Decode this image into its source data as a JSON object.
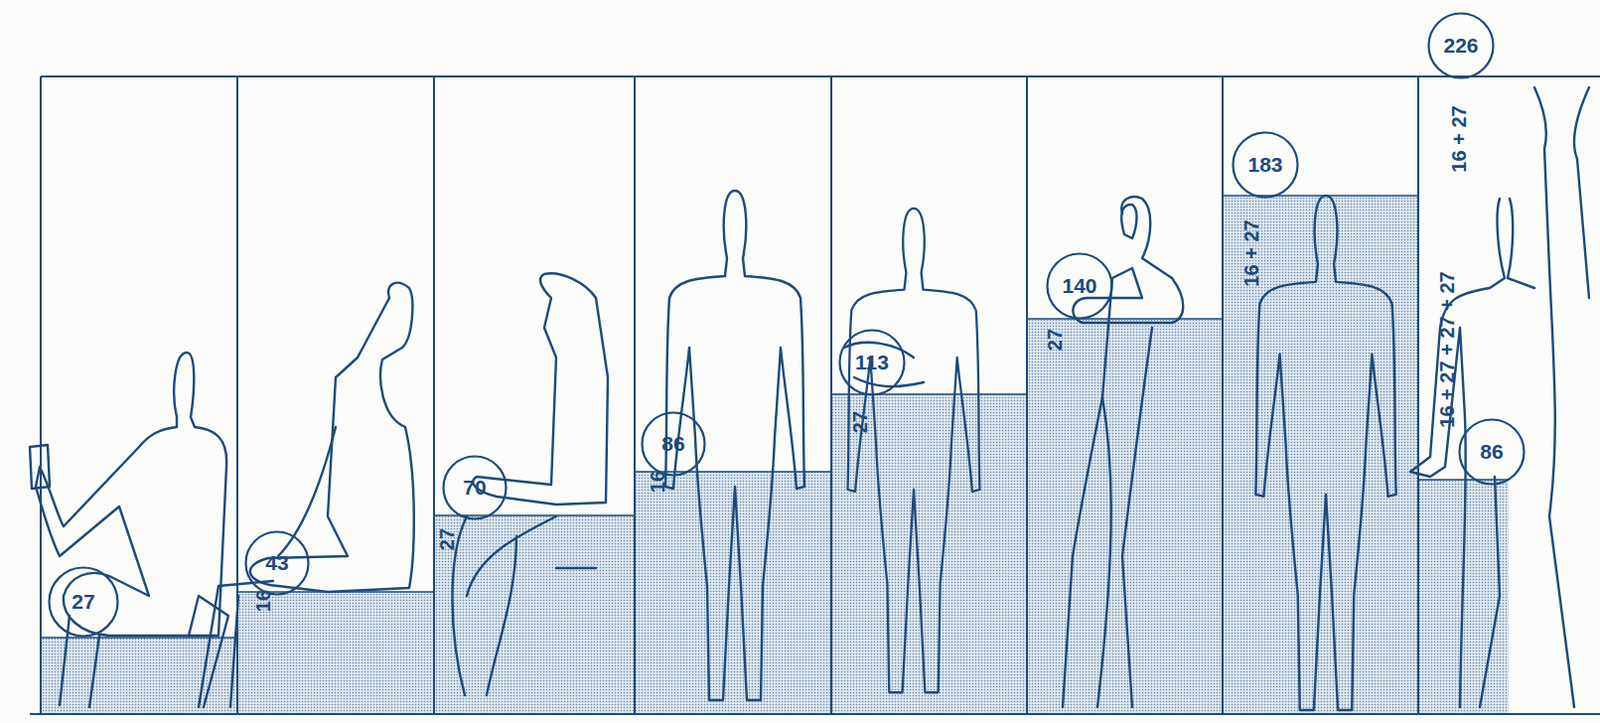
{
  "diagram": {
    "nodes": [
      {
        "text": [
          "27"
        ]
      },
      {
        "text": [
          "43"
        ]
      },
      {
        "text": [
          "70"
        ]
      },
      {
        "text": [
          "86"
        ]
      },
      {
        "text": [
          "113"
        ]
      },
      {
        "text": [
          "140"
        ]
      },
      {
        "text": [
          "183"
        ]
      },
      {
        "text": [
          "226"
        ]
      },
      {
        "text": [
          "86"
        ]
      }
    ],
    "labels": [
      "16",
      "27",
      "16",
      "27",
      "27",
      "16 + 27",
      "16 + 27 + 27 + 27",
      "16 + 27"
    ]
  }
}
